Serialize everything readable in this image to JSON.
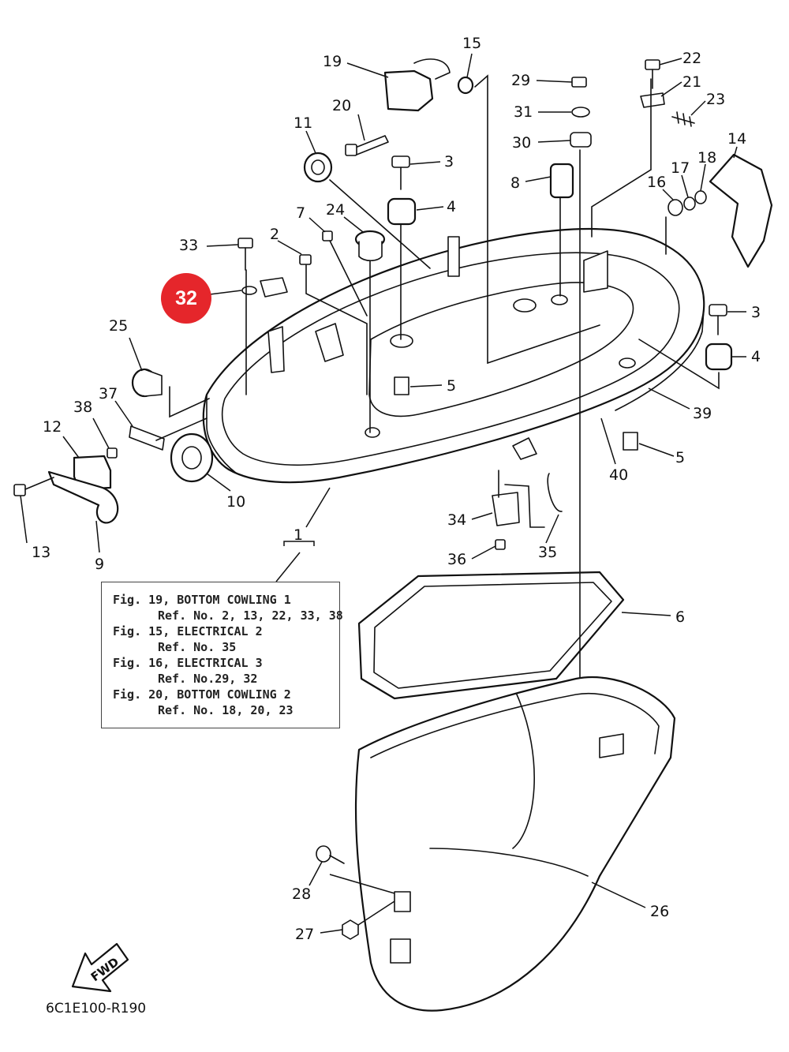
{
  "diagram": {
    "code": "6C1E100-R190",
    "fwd_label": "FWD",
    "highlight": {
      "label": "32",
      "color": "#e5262b"
    },
    "callouts": [
      "1",
      "2",
      "3",
      "3",
      "4",
      "4",
      "5",
      "5",
      "6",
      "7",
      "8",
      "9",
      "10",
      "11",
      "12",
      "13",
      "14",
      "15",
      "16",
      "17",
      "18",
      "19",
      "20",
      "21",
      "22",
      "23",
      "24",
      "25",
      "26",
      "27",
      "28",
      "29",
      "30",
      "31",
      "33",
      "34",
      "35",
      "36",
      "37",
      "38",
      "39",
      "40"
    ]
  },
  "notes": [
    {
      "fig": "Fig. 19, BOTTOM COWLING 1",
      "ref": "Ref. No. 2, 13, 22, 33, 38"
    },
    {
      "fig": "Fig. 15, ELECTRICAL 2",
      "ref": "Ref. No. 35"
    },
    {
      "fig": "Fig. 16, ELECTRICAL 3",
      "ref": "Ref. No.29, 32"
    },
    {
      "fig": "Fig. 20, BOTTOM COWLING 2",
      "ref": "Ref. No. 18, 20, 23"
    }
  ]
}
